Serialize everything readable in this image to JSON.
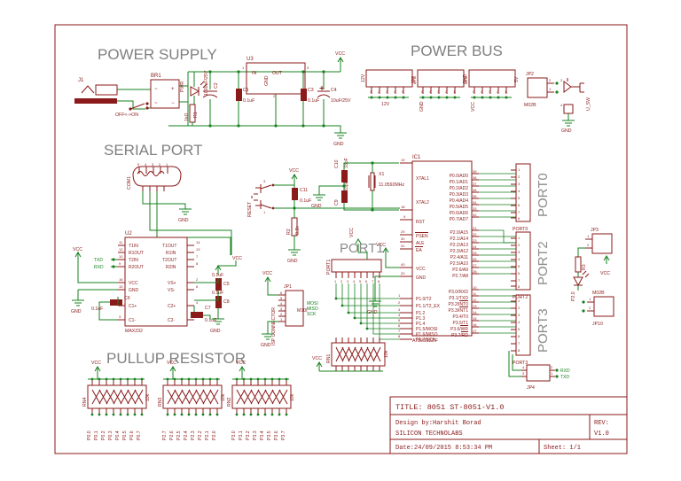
{
  "sheet": {
    "border_color": "#8b1a1a",
    "background": "#ffffff"
  },
  "sections": {
    "power_supply": "POWER SUPPLY",
    "power_bus": "POWER BUS",
    "serial_port": "SERIAL PORT",
    "pullup_resistor": "PULLUP RESISTOR",
    "port1": "PORT1",
    "port0": "PORT0",
    "port2": "PORT2",
    "port3": "PORT3"
  },
  "power_supply": {
    "j1": "J1",
    "switch_label": "OFF<->ON",
    "br1": "BR1",
    "br1_pins": [
      "~",
      "+",
      "~",
      "-"
    ],
    "pwr_led": "PWR",
    "r1_ref": "R1",
    "r1_val": "1kΩ",
    "c2_ref": "C2",
    "c2_val": "1000uF/25V",
    "c1_ref": "C1",
    "c1_val": "0.1uF",
    "u3_ref": "U3",
    "u3_pins": [
      "IN",
      "GND",
      "OUT"
    ],
    "u3_pinnums": [
      "1",
      "2",
      "3"
    ],
    "c3_ref": "C3",
    "c3_val": "0.1uF",
    "c4_ref": "C4",
    "c4_val": "10uF/25V",
    "vcc": "VCC",
    "gnd": "GND"
  },
  "power_bus": {
    "headers": [
      {
        "ref": "JP7",
        "top_net": "12V",
        "bottom_net": "12V",
        "pins": [
          "1",
          "2",
          "3",
          "4",
          "5"
        ]
      },
      {
        "ref": "JP8",
        "top_net": "GND",
        "bottom_net": "GND",
        "pins": [
          "5",
          "4",
          "3",
          "2",
          "1"
        ]
      },
      {
        "ref": "JP9",
        "top_net": "5V",
        "bottom_net": "VCC",
        "pins": [
          "5",
          "4",
          "3",
          "2",
          "1"
        ]
      }
    ],
    "jp2_ref": "JP2",
    "jp2_part": "M02B",
    "jp2_pins": [
      "1",
      "2"
    ],
    "usw_ref": "U_SW",
    "usw_pins": [
      "2",
      "1",
      "4",
      "3"
    ],
    "usw_gnd": "GND"
  },
  "serial_port": {
    "com1": "COM1",
    "com1_top_pins": [
      "5",
      "4",
      "3",
      "2",
      "1"
    ],
    "com1_bot_pins": [
      "9",
      "8",
      "7",
      "6"
    ],
    "gnd": "GND",
    "u2_ref": "U2",
    "u2_part": "MAX232",
    "u2_left_pins": [
      "T1IN",
      "R1OUT",
      "T2IN",
      "R2OUT",
      "VCC",
      "GND",
      "C1+",
      "C1-"
    ],
    "u2_left_nums": [
      "11",
      "12",
      "10",
      "9",
      "16",
      "15",
      "1",
      "3"
    ],
    "u2_right_pins": [
      "T1OUT",
      "R1IN",
      "T2OUT",
      "R2IN",
      "VS+",
      "VS-",
      "C2+",
      "C2-"
    ],
    "u2_right_nums": [
      "14",
      "13",
      "7",
      "8",
      "2",
      "6",
      "4",
      "5"
    ],
    "txd": "TXD",
    "rxd": "RXD",
    "vcc": "VCC",
    "c6_ref": "C6",
    "c6_val": "0.1uF",
    "c7_ref": "C7",
    "c7_val": "0.1uF",
    "c5_ref": "C5",
    "c5_val": "0.1uF",
    "c8_ref": "C8",
    "c8_val": "0.1uF"
  },
  "reset": {
    "label": "RESET",
    "sw_pins": [
      "3",
      "4",
      "1",
      "2"
    ],
    "c11_ref": "C11",
    "c11_val": "0.1uF",
    "r2_ref": "R2",
    "r2_val": "8.2k",
    "vcc": "VCC",
    "gnd": "GND"
  },
  "crystal": {
    "c10_ref": "C10",
    "c10_val": "33pF",
    "c9_ref": "C9",
    "c9_val": "33pF",
    "x1_ref": "X1",
    "x1_val": "11.0592MHz",
    "gnd": "GND"
  },
  "ic1": {
    "ref": "IC1",
    "part": "AT89S52ZIF",
    "left_pins": [
      {
        "name": "XTAL1",
        "num": "19"
      },
      {
        "name": "XTAL2",
        "num": "18"
      },
      {
        "name": "RST",
        "num": "9"
      },
      {
        "name": "PSEN",
        "num": "29",
        "bar": true
      },
      {
        "name": "ALE",
        "num": "30"
      },
      {
        "name": "EA",
        "num": "31",
        "bar": true
      },
      {
        "name": "VCC",
        "num": "40"
      },
      {
        "name": "GND",
        "num": "20"
      },
      {
        "name": "P1.0/T2",
        "num": "1"
      },
      {
        "name": "P1.1/T2_EX",
        "num": "2"
      },
      {
        "name": "P1.2",
        "num": "3"
      },
      {
        "name": "P1.3",
        "num": "4"
      },
      {
        "name": "P1.4",
        "num": "5"
      },
      {
        "name": "P1.5/MOSI",
        "num": "6"
      },
      {
        "name": "P1.6/MISO",
        "num": "7"
      },
      {
        "name": "P1.7/SCK",
        "num": "8"
      }
    ],
    "right_pins": [
      {
        "name": "P0.0/AD0",
        "num": "39"
      },
      {
        "name": "P0.1/AD1",
        "num": "38"
      },
      {
        "name": "P0.2/AD2",
        "num": "37"
      },
      {
        "name": "P0.3/AD3",
        "num": "36"
      },
      {
        "name": "P0.4/AD4",
        "num": "35"
      },
      {
        "name": "P0.5/AD5",
        "num": "34"
      },
      {
        "name": "P0.6/AD6",
        "num": "33"
      },
      {
        "name": "P0.7/AD7",
        "num": "32"
      },
      {
        "name": "P2.0/A15",
        "num": "21"
      },
      {
        "name": "P2.1/A14",
        "num": "22"
      },
      {
        "name": "P2.2/A13",
        "num": "23"
      },
      {
        "name": "P2.3/A12",
        "num": "24"
      },
      {
        "name": "P2.4/A11",
        "num": "25"
      },
      {
        "name": "P2.5/A10",
        "num": "26"
      },
      {
        "name": "P2.6/A9",
        "num": "27"
      },
      {
        "name": "P2.7/A8",
        "num": "28"
      },
      {
        "name": "P3.0/RXD",
        "num": "10"
      },
      {
        "name": "P3.1/TXD",
        "num": "11"
      },
      {
        "name": "P3.2/INT0",
        "num": "12",
        "bar": true
      },
      {
        "name": "P3.3/INT1",
        "num": "13",
        "bar": true
      },
      {
        "name": "P3.4/T0",
        "num": "14"
      },
      {
        "name": "P3.5/T1",
        "num": "15"
      },
      {
        "name": "P3.6/WR",
        "num": "16",
        "bar": true
      },
      {
        "name": "P3.7/RD",
        "num": "17",
        "bar": true
      }
    ]
  },
  "isp": {
    "label": "ISP CONNECTOR",
    "ref": "JP1",
    "part": "M10I",
    "pins": [
      "6",
      "5",
      "4",
      "3",
      "2",
      "1"
    ],
    "nets": [
      "MOSI",
      "MISO",
      "SCK"
    ],
    "vcc": "VCC",
    "gnd": "GND"
  },
  "port1_block": {
    "label": "PORT1",
    "ref": "PORT1",
    "pins": [
      "1",
      "2",
      "3",
      "4",
      "5",
      "6",
      "7",
      "8"
    ],
    "rn1_ref": "RN1",
    "rn1_val": "10k",
    "vcc": "VCC"
  },
  "port_headers": [
    {
      "ref": "PORT0",
      "label": "PORT0",
      "pins": [
        "1",
        "2",
        "3",
        "4",
        "5",
        "6",
        "7",
        "8"
      ]
    },
    {
      "ref": "PORT2",
      "label": "PORT2",
      "pins": [
        "1",
        "2",
        "3",
        "4",
        "5",
        "6",
        "7",
        "8"
      ]
    },
    {
      "ref": "PORT3",
      "label": "PORT3",
      "pins": [
        "1",
        "2",
        "3",
        "4",
        "5",
        "6",
        "7",
        "8"
      ]
    }
  ],
  "jp3": {
    "ref": "JP3",
    "pins": [
      "1",
      "2"
    ],
    "r3_ref": "R3",
    "r3_val": "1k",
    "led_net": "P2.0",
    "vcc": "VCC"
  },
  "jp10": {
    "ref": "JP10",
    "part": "M02B",
    "pins": [
      "1",
      "2"
    ]
  },
  "jp4": {
    "ref": "JP4",
    "pins": [
      "4",
      "3",
      "2",
      "1"
    ],
    "rxd": "RXD",
    "txd": "TXD"
  },
  "pullups": [
    {
      "ref": "RN4",
      "val": "10k",
      "vcc": "VCC",
      "nets": [
        "P0.0",
        "P0.1",
        "P0.2",
        "P0.3",
        "P0.4",
        "P0.5",
        "P0.6",
        "P0.7"
      ]
    },
    {
      "ref": "RN3",
      "val": "10k",
      "vcc": "VCC",
      "nets": [
        "P2.7",
        "P2.6",
        "P2.5",
        "P2.4",
        "P2.3",
        "P2.2",
        "P2.1",
        "P2.0"
      ]
    },
    {
      "ref": "RN2",
      "val": "10k",
      "vcc": "VCC",
      "nets": [
        "P3.0",
        "P3.1",
        "P3.2",
        "P3.3",
        "P3.4",
        "P3.5",
        "P3.6",
        "P3.7"
      ]
    }
  ],
  "title_block": {
    "title": "TITLE: 8051 ST-8051-V1.0",
    "design_by": "Design by:Harshit Borad",
    "company": "SILICON TECHNOLABS",
    "rev_label": "REV:",
    "rev_value": "V1.0",
    "date": "Date:24/09/2015 8:53:34 PM",
    "sheet": "Sheet: 1/1"
  }
}
